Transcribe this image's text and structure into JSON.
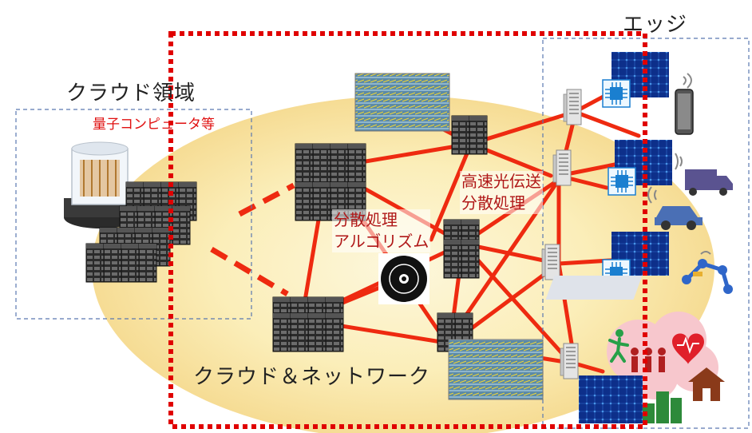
{
  "labels": {
    "edge": "エッジ",
    "cloud_region": "クラウド領域",
    "quantum": "量子コンピュータ等",
    "hispeed_line1": "高速光伝送",
    "hispeed_line2": "分散処理",
    "algo_line1": "分散処理",
    "algo_line2": "アルゴリズム",
    "cloud_network": "クラウド＆ネットワーク"
  },
  "icons": {
    "server_rack": "server-rack-icon",
    "edge_server": "edge-server-icon",
    "ai_chip": "ai-chip-icon",
    "smartphone": "smartphone-icon",
    "truck": "truck-icon",
    "car": "car-icon",
    "robot_arm": "robot-arm-icon",
    "optical_disc": "optical-disc-icon",
    "heart": "heart-icon",
    "house": "house-icon"
  },
  "colors": {
    "link": "#ee2a10",
    "dotted_border": "#e00000",
    "dashed_box": "#5a78b0",
    "ellipse_core": "#fbf0bf",
    "ellipse_edge": "#f6d98a",
    "edge_cloud": "#f7c7cd"
  }
}
